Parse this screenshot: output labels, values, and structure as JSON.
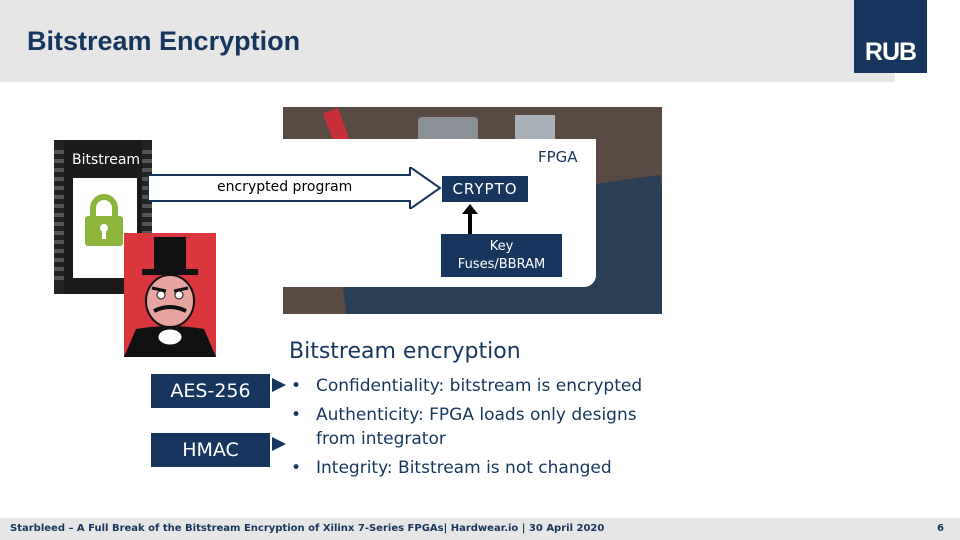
{
  "header": {
    "title": "Bitstream Encryption",
    "logo_text": "RUB"
  },
  "diagram": {
    "chip_label": "Bitstream",
    "fpga_label": "FPGA",
    "arrow_label": "encrypted program",
    "crypto_label": "CRYPTO",
    "key_line1": "Key",
    "key_line2": "Fuses/BBRAM"
  },
  "algorithms": {
    "aes": "AES-256",
    "hmac": "HMAC"
  },
  "content": {
    "section_title": "Bitstream encryption",
    "bullets": [
      "Confidentiality: bitstream is encrypted",
      "Authenticity: FPGA loads only designs from integrator",
      "Integrity: Bitstream is not changed"
    ]
  },
  "footer": {
    "text": "Starbleed – A Full Break of the Bitstream Encryption of Xilinx 7-Series FPGAs| Hardwear.io | 30 April 2020",
    "page": "6"
  },
  "colors": {
    "brand": "#17365d",
    "header_bg": "#e6e6e6",
    "villain_bg": "#d9363d",
    "lock": "#8db53c"
  }
}
